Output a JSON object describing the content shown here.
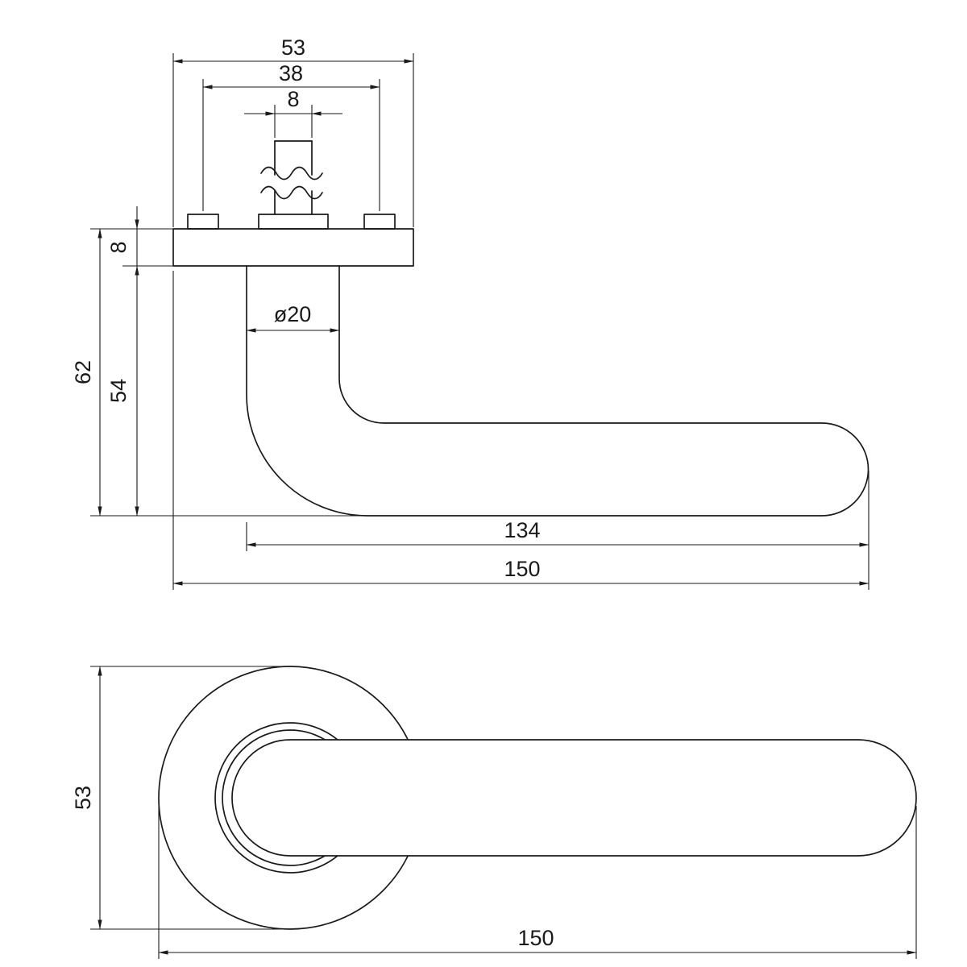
{
  "drawing": {
    "colors": {
      "line": "#1a1a1a",
      "background": "#ffffff"
    },
    "side_view": {
      "dim_rose_width": "53",
      "dim_screw_spacing": "38",
      "dim_spindle_width": "8",
      "dim_rose_thickness": "8",
      "dim_overall_height": "62",
      "dim_neck_height": "54",
      "dim_tube_diameter": "ø20",
      "dim_grip_length": "134",
      "dim_overall_length": "150"
    },
    "front_view": {
      "dim_rose_diameter": "53",
      "dim_overall_length": "150"
    }
  }
}
